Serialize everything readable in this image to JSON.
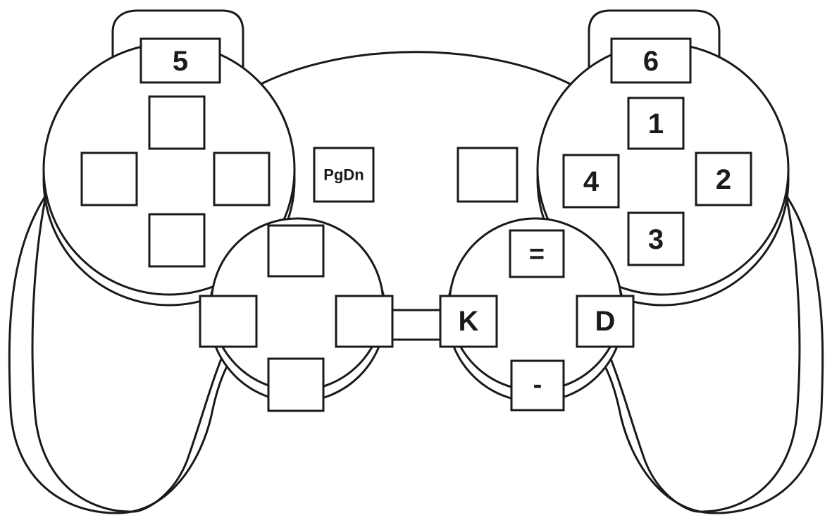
{
  "keys": {
    "l1": "5",
    "r1": "6",
    "dpad_up": "",
    "dpad_left": "",
    "dpad_right": "",
    "dpad_down": "",
    "select": "PgDn",
    "start": "",
    "triangle": "1",
    "square": "4",
    "circle": "2",
    "cross": "3",
    "lstick_up": "",
    "lstick_left": "",
    "lstick_right": "",
    "lstick_down": "",
    "rstick_up": "=",
    "rstick_left": "K",
    "rstick_right": "D",
    "rstick_down": "-"
  }
}
